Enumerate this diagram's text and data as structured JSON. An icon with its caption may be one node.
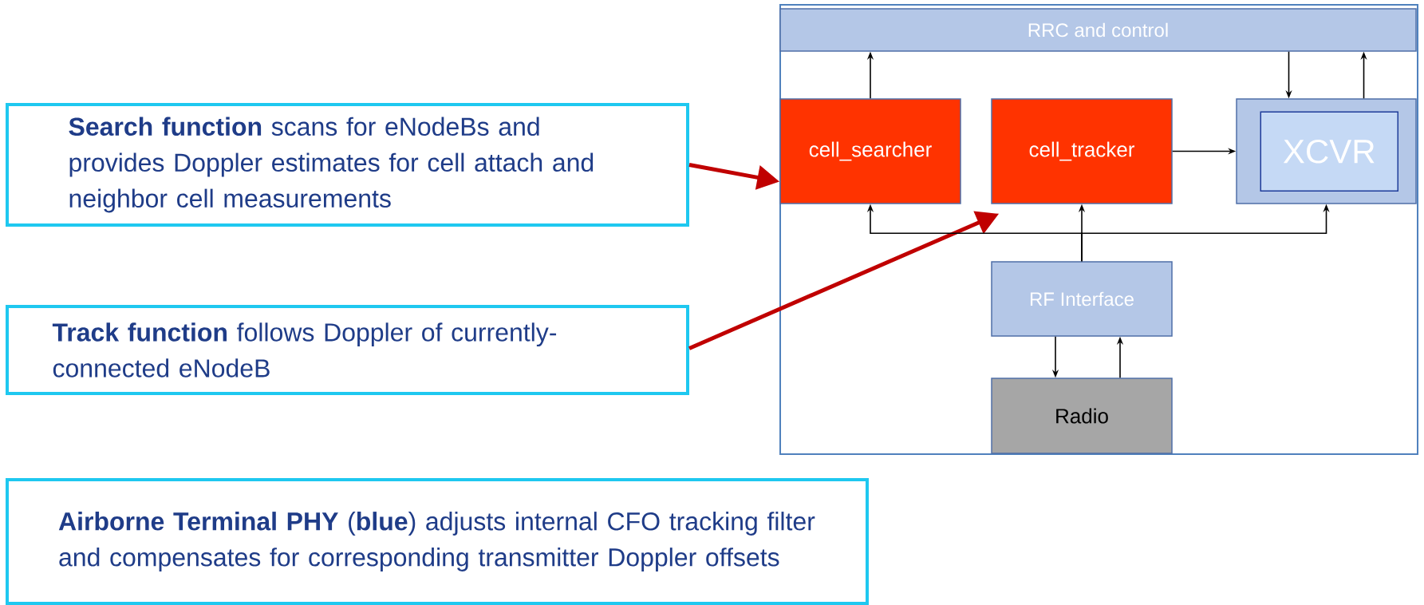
{
  "diagram": {
    "nodes": [
      {
        "text": [
          "**Search function** scans for eNodeBs and provides Doppler estimates for cell attach and neighbor cell measurements"
        ]
      },
      {
        "text": [
          "**Track function** follows Doppler of currently-connected eNodeB"
        ]
      },
      {
        "text": [
          "**Airborne Terminal PHY** (**blue**) adjusts internal CFO tracking filter and compensates for corresponding transmitter Doppler offsets"
        ]
      },
      {
        "text": [],
        "shape": "box"
      },
      {
        "text": [
          "RRC and control"
        ],
        "in": 3
      },
      {
        "text": [
          "cell_searcher"
        ],
        "in": 3
      },
      {
        "text": [
          "cell_tracker"
        ],
        "in": 3
      },
      {
        "text": [],
        "shape": "box",
        "in": 3
      },
      {
        "text": [
          "XCVR"
        ],
        "in": 7
      },
      {
        "text": [
          "RF Interface"
        ],
        "in": 3
      },
      {
        "text": [
          "Radio"
        ],
        "in": 3
      }
    ],
    "edges": [
      {
        "from": 0,
        "to": 5,
        "arrow": "to",
        "style": "thick",
        "color": "#c00000"
      },
      {
        "from": 1,
        "to": 6,
        "arrow": "to",
        "style": "thick",
        "color": "#c00000"
      },
      {
        "from": 5,
        "to": 4,
        "arrow": "to"
      },
      {
        "from": 4,
        "to": 7,
        "arrow": "to"
      },
      {
        "from": 7,
        "to": 4,
        "arrow": "to"
      },
      {
        "from": 6,
        "to": 7,
        "arrow": "to"
      },
      {
        "from": 9,
        "to": 5,
        "arrow": "to"
      },
      {
        "from": 9,
        "to": 6,
        "arrow": "to"
      },
      {
        "from": 9,
        "to": 7,
        "arrow": "to"
      },
      {
        "from": 9,
        "to": 10,
        "arrow": "to"
      },
      {
        "from": 10,
        "to": 9,
        "arrow": "to"
      }
    ]
  }
}
